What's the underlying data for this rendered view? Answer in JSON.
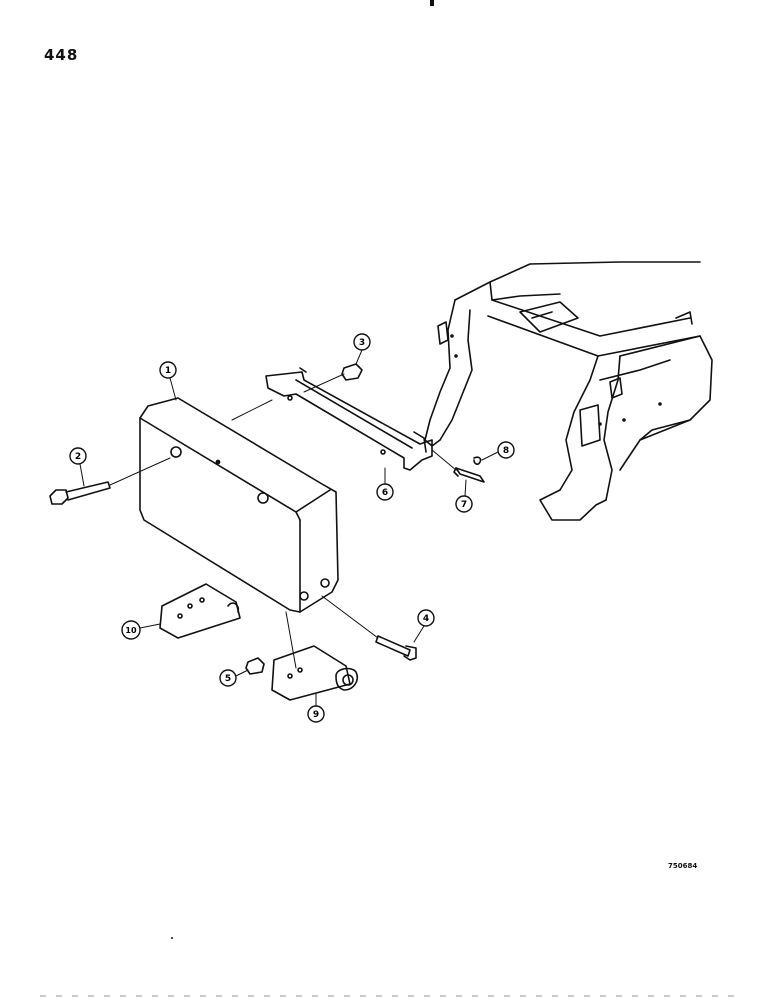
{
  "page": {
    "number": "448",
    "drawing_code": "750684"
  },
  "callouts": [
    {
      "id": "1"
    },
    {
      "id": "2"
    },
    {
      "id": "3"
    },
    {
      "id": "4"
    },
    {
      "id": "5"
    },
    {
      "id": "6"
    },
    {
      "id": "7"
    },
    {
      "id": "8"
    },
    {
      "id": "9"
    },
    {
      "id": "10"
    }
  ]
}
